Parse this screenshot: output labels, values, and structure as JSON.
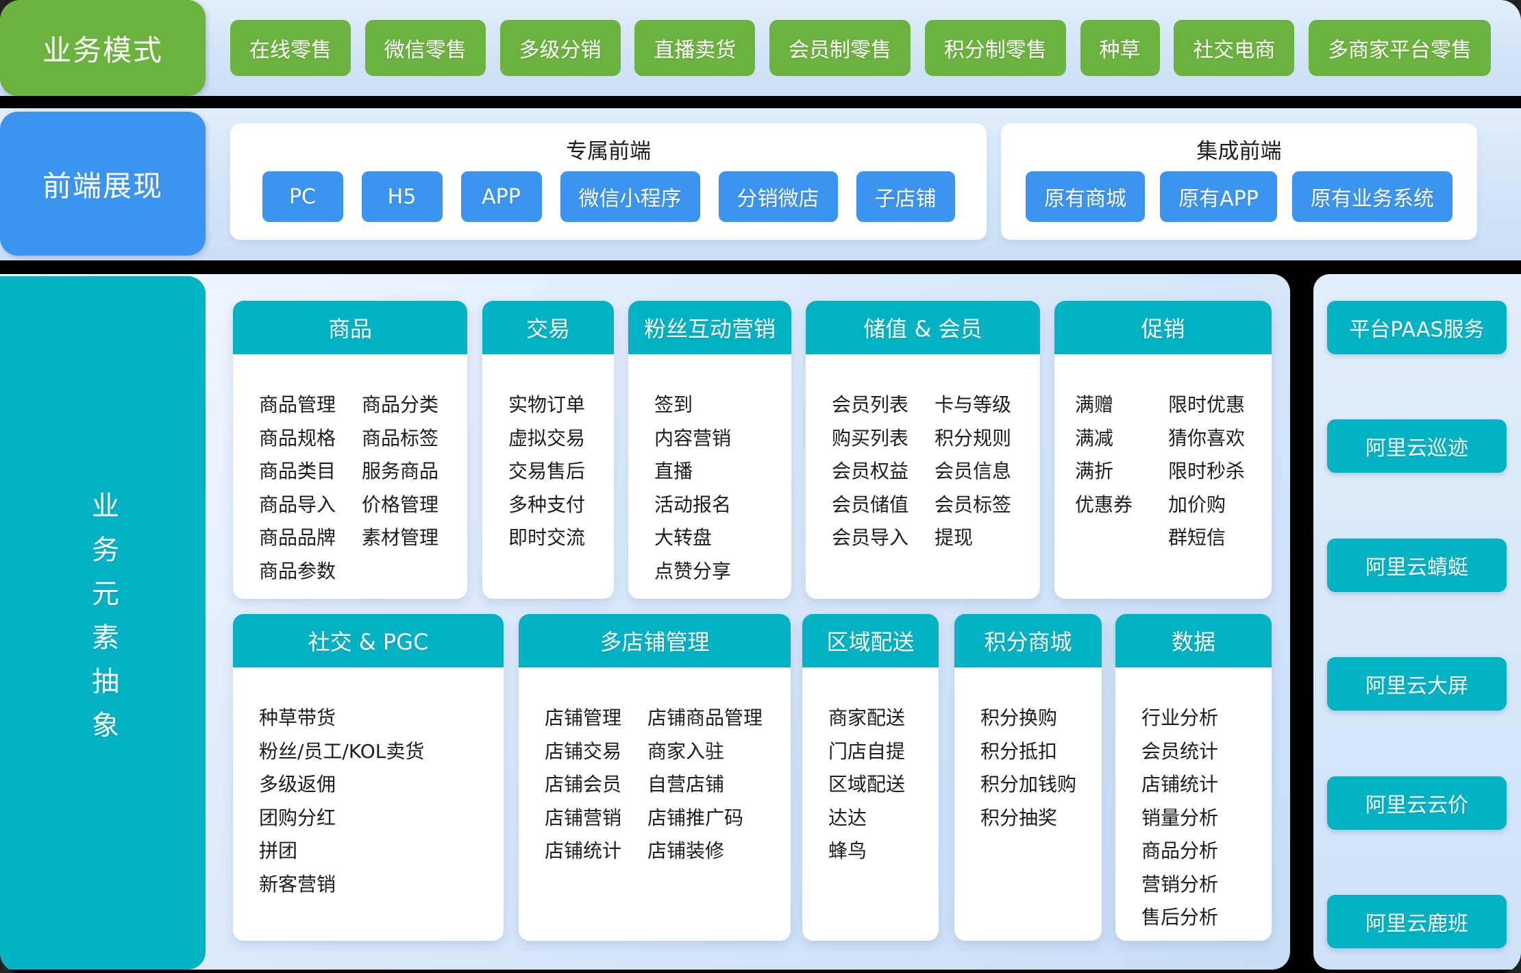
{
  "colors": {
    "green": "#6cb23f",
    "blue": "#3a94f0",
    "teal": "#00b2c4"
  },
  "business_models": {
    "label": "业务模式",
    "items": [
      "在线零售",
      "微信零售",
      "多级分销",
      "直播卖货",
      "会员制零售",
      "积分制零售",
      "种草",
      "社交电商",
      "多商家平台零售"
    ]
  },
  "frontend": {
    "label": "前端展现",
    "dedicated": {
      "title": "专属前端",
      "buttons": [
        "PC",
        "H5",
        "APP",
        "微信小程序",
        "分销微店",
        "子店铺"
      ]
    },
    "integrated": {
      "title": "集成前端",
      "buttons": [
        "原有商城",
        "原有APP",
        "原有业务系统"
      ]
    }
  },
  "business_elements": {
    "label": "业务元素抽象",
    "cards": {
      "products": {
        "title": "商品",
        "col1": [
          "商品管理",
          "商品规格",
          "商品类目",
          "商品导入",
          "商品品牌",
          "商品参数"
        ],
        "col2": [
          "商品分类",
          "商品标签",
          "服务商品",
          "价格管理",
          "素材管理"
        ]
      },
      "trade": {
        "title": "交易",
        "col1": [
          "实物订单",
          "虚拟交易",
          "交易售后",
          "多种支付",
          "即时交流"
        ]
      },
      "fan_marketing": {
        "title": "粉丝互动营销",
        "col1": [
          "签到",
          "内容营销",
          "直播",
          "活动报名",
          "大转盘",
          "点赞分享"
        ]
      },
      "membership": {
        "title": "储值 & 会员",
        "col1": [
          "会员列表",
          "购买列表",
          "会员权益",
          "会员储值",
          "会员导入"
        ],
        "col2": [
          "卡与等级",
          "积分规则",
          "会员信息",
          "会员标签",
          "提现"
        ]
      },
      "promotion": {
        "title": "促销",
        "col1": [
          "满赠",
          "满减",
          "满折",
          "优惠券"
        ],
        "col2": [
          "限时优惠",
          "猜你喜欢",
          "限时秒杀",
          "加价购",
          "群短信"
        ]
      },
      "social_pgc": {
        "title": "社交 & PGC",
        "col1": [
          "种草带货",
          "粉丝/员工/KOL卖货",
          "多级返佣",
          "团购分红",
          "拼团",
          "新客营销"
        ]
      },
      "multi_store": {
        "title": "多店铺管理",
        "col1": [
          "店铺管理",
          "店铺交易",
          "店铺会员",
          "店铺营销",
          "店铺统计"
        ],
        "col2": [
          "店铺商品管理",
          "商家入驻",
          "自营店铺",
          "店铺推广码",
          "店铺装修"
        ]
      },
      "regional_delivery": {
        "title": "区域配送",
        "col1": [
          "商家配送",
          "门店自提",
          "区域配送",
          "达达",
          "蜂鸟"
        ]
      },
      "points_mall": {
        "title": "积分商城",
        "col1": [
          "积分换购",
          "积分抵扣",
          "积分加钱购",
          "积分抽奖"
        ]
      },
      "data_center": {
        "title": "数据",
        "col1": [
          "行业分析",
          "会员统计",
          "店铺统计",
          "销量分析",
          "商品分析",
          "营销分析",
          "售后分析"
        ]
      }
    }
  },
  "paas": {
    "items": [
      "平台PAAS服务",
      "阿里云巡迹",
      "阿里云蜻蜓",
      "阿里云大屏",
      "阿里云云价",
      "阿里云鹿班"
    ]
  }
}
